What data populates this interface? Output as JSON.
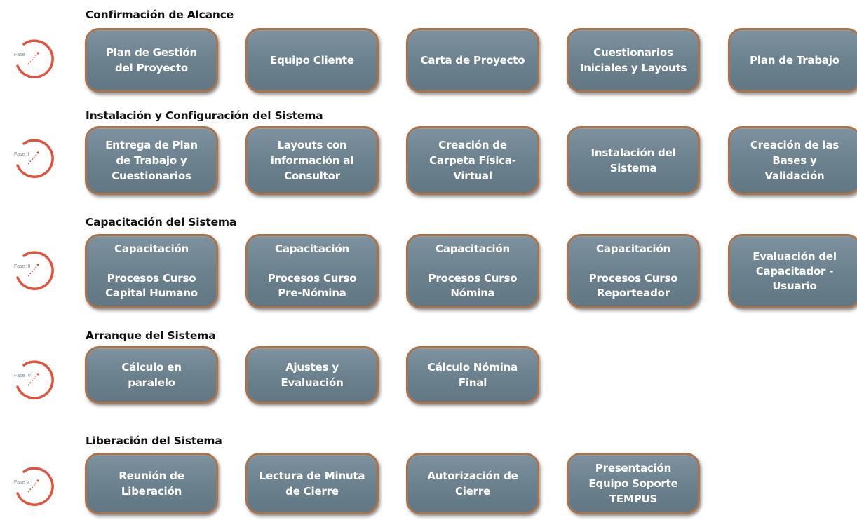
{
  "phases": [
    {
      "title": "Confirmación de Alcance",
      "fase_label": "Fase I",
      "boxes": [
        "Plan de Gestión\ndel Proyecto",
        "Equipo Cliente",
        "Carta de Proyecto",
        "Cuestionarios\nIniciales y Layouts",
        "Plan de Trabajo"
      ]
    },
    {
      "title": "Instalación y Configuración del Sistema",
      "fase_label": "Fase II",
      "boxes": [
        "Entrega de Plan\nde Trabajo y\nCuestionarios",
        "Layouts con\ninformación  al\nConsultor",
        "Creación de\nCarpeta Física-\nVirtual",
        "Instalación del\nSistema",
        "Creación de las\nBases  y\nValidación"
      ]
    },
    {
      "title": "Capacitación del Sistema",
      "fase_label": "Fase III",
      "boxes": [
        "Capacitación\n\nProcesos Curso\nCapital  Humano",
        "Capacitación\n\nProcesos Curso\nPre-Nómina",
        "Capacitación\n\nProcesos Curso\nNómina",
        "Capacitación\n\nProcesos Curso\nReporteador",
        "Evaluación del\nCapacitador -\nUsuario"
      ]
    },
    {
      "title": "Arranque del Sistema",
      "fase_label": "Fase IV",
      "boxes": [
        "Cálculo en\nparalelo",
        "Ajustes y\nEvaluación",
        "Cálculo Nómina\nFinal"
      ]
    },
    {
      "title": "Liberación del Sistema",
      "fase_label": "Fase  V",
      "boxes": [
        "Reunión de\nLiberación",
        "Lectura de Minuta\nde Cierre",
        "Autorización de\nCierre",
        "Presentación\nEquipo Soporte\nTEMPUS"
      ]
    }
  ],
  "colors": {
    "box_fill": "#6f8592",
    "box_border": "#a9744b",
    "circle": "#e0533f",
    "text": "#ffffff"
  },
  "icons": {
    "phase_icon": "circle-arrow-icon"
  }
}
